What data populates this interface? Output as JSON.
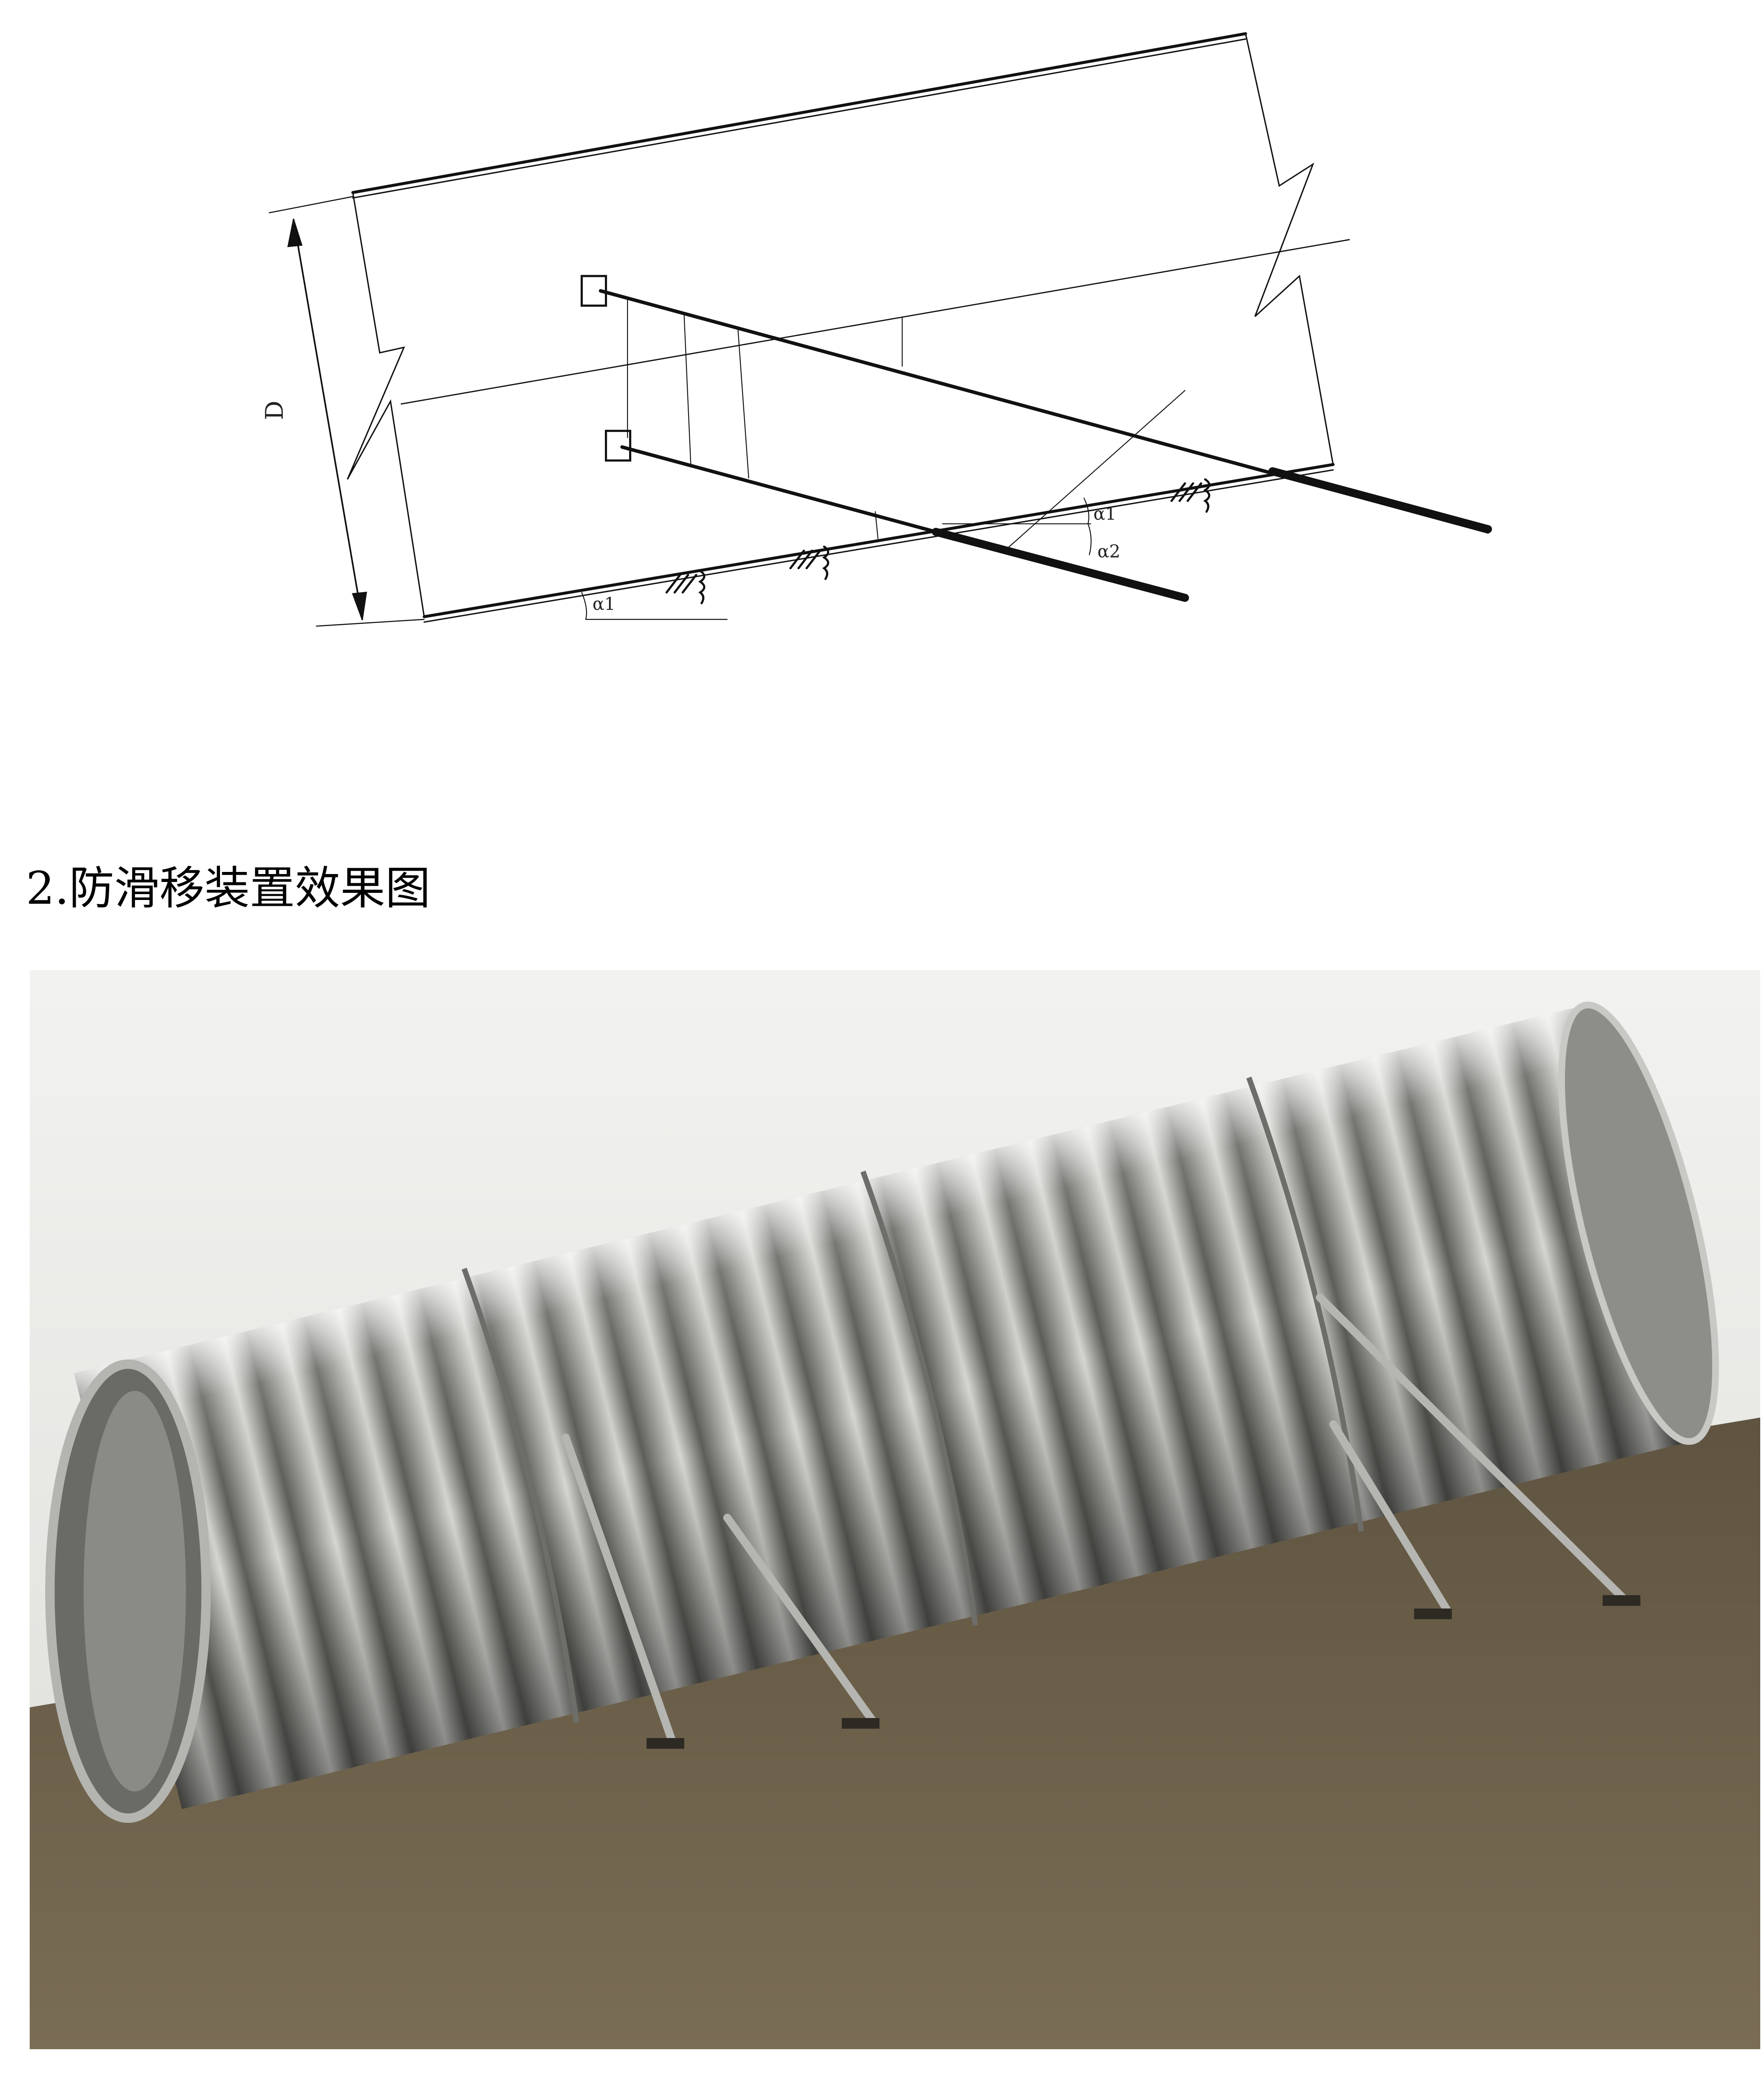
{
  "drawing": {
    "dimension_label": "D",
    "angle_label_left": "α1",
    "angle_label_right_1": "α1",
    "angle_label_right_2": "α2"
  },
  "section": {
    "heading": "2.防滑移装置效果图"
  },
  "colors": {
    "render_background": "#ececea",
    "ground": "#6f634c",
    "pipe": "#9a9a96"
  }
}
